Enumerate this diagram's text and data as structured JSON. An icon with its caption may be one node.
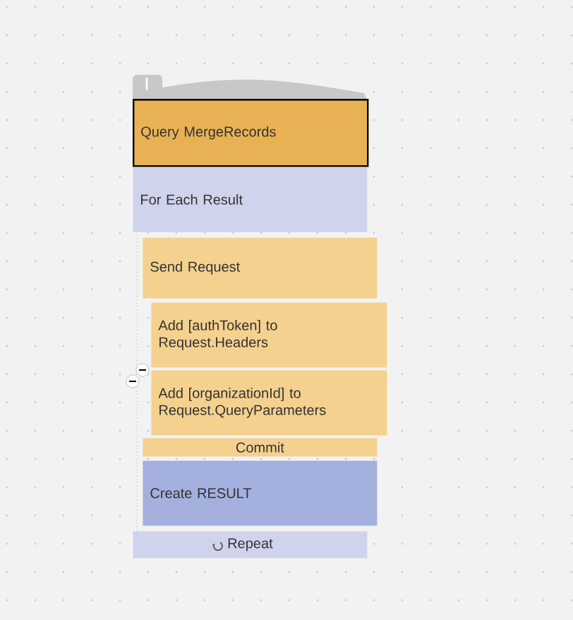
{
  "diagram": {
    "nodes": [
      {
        "text": [
          "Query MergeRecords"
        ]
      },
      {
        "text": [
          "For Each Result"
        ]
      },
      {
        "text": [
          "Send Request"
        ]
      },
      {
        "text": [
          "Add [authToken] to Request.Headers"
        ]
      },
      {
        "text": [
          "Add [organizationId] to Request.QueryParameters"
        ]
      },
      {
        "text": [
          "Commit"
        ]
      },
      {
        "text": [
          "Create RESULT"
        ]
      },
      {
        "text": [
          "Repeat"
        ]
      }
    ]
  }
}
